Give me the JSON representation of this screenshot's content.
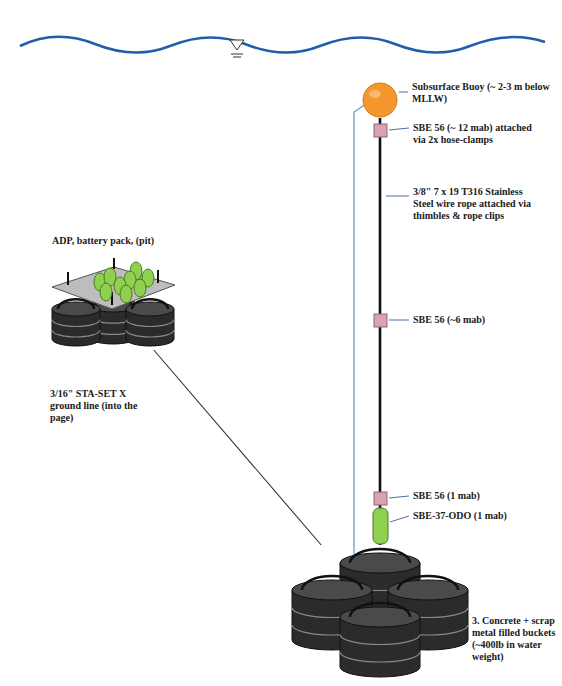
{
  "diagram": {
    "nodes": [
      {
        "text": [
          "Subsurface Buoy (~ 2-3 m below MLLW)"
        ]
      },
      {
        "text": [
          "ADP, battery pack, (pit)"
        ]
      },
      {
        "text": [
          "3. Concrete + scrap metal filled buckets (~400lb in water weight)"
        ]
      }
    ],
    "edges": [
      {
        "from": 0,
        "to": 2,
        "arrow": "none",
        "label": "3/8\" 7 x 19 T316 Stainless Steel wire rope attached via thimbles & rope clips"
      },
      {
        "from": 1,
        "to": 2,
        "arrow": "none",
        "label": "3/16\" STA-SET X ground line (into the page)"
      }
    ],
    "labels": [
      "SBE 56 (~ 12 mab) attached via 2x hose-clamps",
      "SBE 56 (~6 mab)",
      "SBE 56 (1 mab)",
      "SBE-37-ODO (1 mab)"
    ]
  }
}
